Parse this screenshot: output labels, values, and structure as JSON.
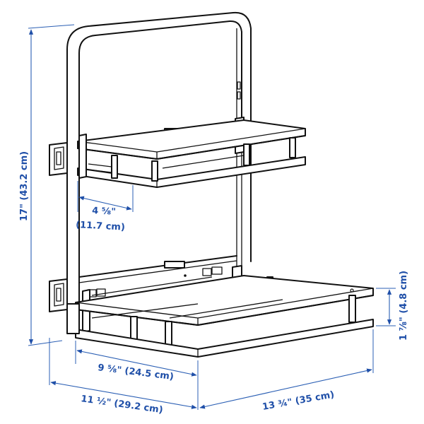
{
  "product": {
    "type": "two-tier pull-out rack (line drawing)",
    "drawing_color": "#111111",
    "dimension_color": "#1f4fa8"
  },
  "dimensions": {
    "total_height": {
      "label": "17\" (43.2 cm)",
      "orientation": "vertical-left"
    },
    "upper_shelf_depth": {
      "line1": "4 ⅝\"",
      "line2": "(11.7 cm)"
    },
    "basket_rim_height": {
      "label": "1 ⅞\" (4.8 cm)",
      "orientation": "vertical-right"
    },
    "basket_width": {
      "label": "9 ⅝\" (24.5 cm)"
    },
    "total_width": {
      "label": "11 ½\" (29.2 cm)"
    },
    "depth": {
      "label": "13 ¾\" (35 cm)"
    }
  }
}
